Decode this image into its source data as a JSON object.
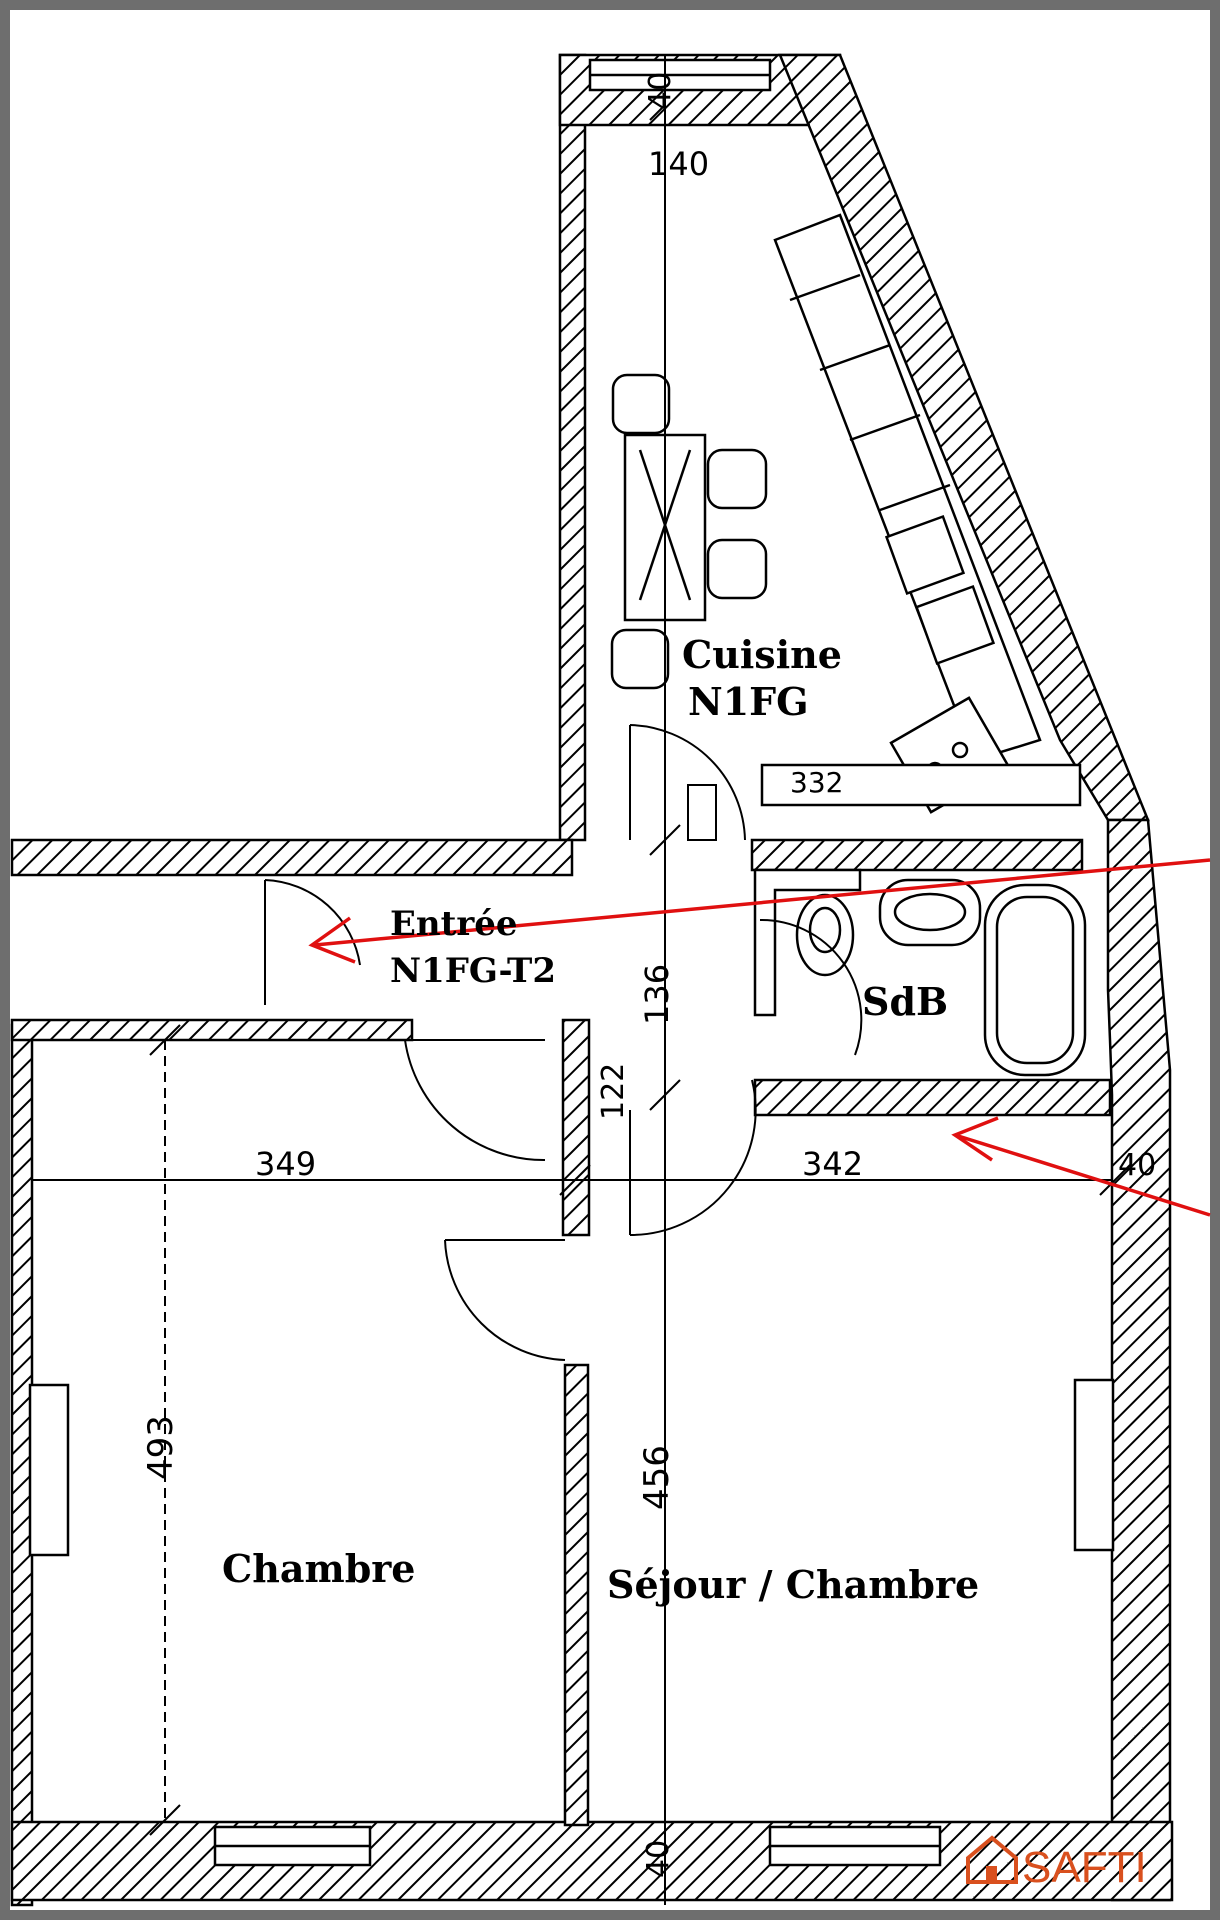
{
  "rooms": {
    "kitchen": "Cuisine",
    "kitchen_code": "N1FG",
    "entry": "Entrée",
    "entry_code": "N1FG-T2",
    "bathroom": "SdB",
    "bedroom": "Chambre",
    "living": "Séjour / Chambre"
  },
  "dimensions": {
    "d140": "140",
    "d40_top": "40",
    "d40_bottom": "40",
    "d40_right": "40",
    "d136": "136",
    "d122": "122",
    "d349": "349",
    "d342": "342",
    "d493": "493",
    "d456": "456",
    "d332": "332"
  },
  "brand": {
    "name": "SAFTI",
    "color": "#d9501e"
  },
  "colors": {
    "frame": "#6e6e6e",
    "line": "#000000",
    "annotation": "#e01010"
  }
}
